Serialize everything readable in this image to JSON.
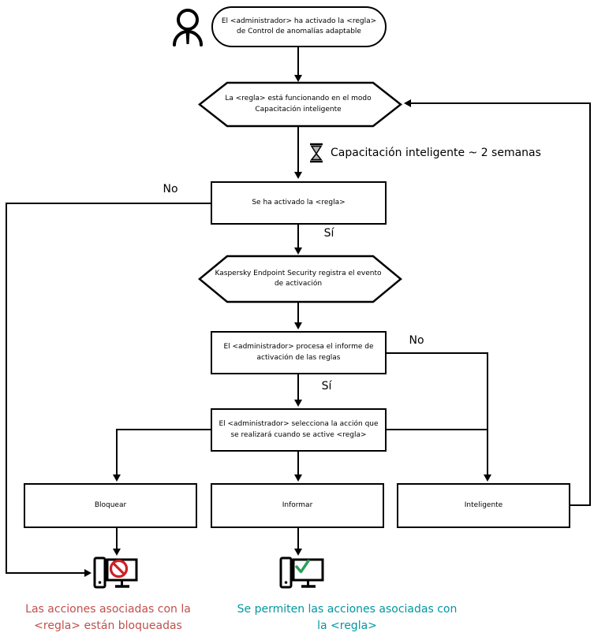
{
  "flowchart": {
    "nodes": {
      "start": "El <administrador> ha activado la <regla>\nde Control de anomalías adaptable",
      "mode": "La <regla> está funcionando en el modo\nCapacitación inteligente",
      "rule_triggered": "Se ha activado la <regla>",
      "kes_logs": "Kaspersky Endpoint Security registra el evento\nde activación",
      "admin_report": "El <administrador> procesa el informe de\nactivación de las reglas",
      "admin_select": "El <administrador> selecciona la acción que\nse realizará cuando se active <regla>",
      "action_block": "Bloquear",
      "action_inform": "Informar",
      "action_smart": "Inteligente"
    },
    "edge_labels": {
      "rule_no": "No",
      "rule_yes": "Sí",
      "report_no": "No",
      "report_yes": "Sí"
    },
    "captions": {
      "training_period": "Capacitación inteligente ~ 2 semanas",
      "blocked_outcome": "Las acciones asociadas con la\n<regla> están bloqueadas",
      "allowed_outcome": "Se permiten las acciones asociadas con\nla <regla>"
    },
    "colors": {
      "line": "#000000",
      "blocked_caption": "#c0504d",
      "allowed_caption": "#0097a0",
      "prohibition_red": "#cc2027",
      "check_green": "#2aa05a"
    },
    "icons": {
      "person": "person-icon",
      "hourglass": "hourglass-icon",
      "blocked_computer": "blocked-computer-icon",
      "allowed_computer": "allowed-computer-icon",
      "prohibition": "prohibition-icon",
      "checkmark": "checkmark-icon"
    }
  }
}
